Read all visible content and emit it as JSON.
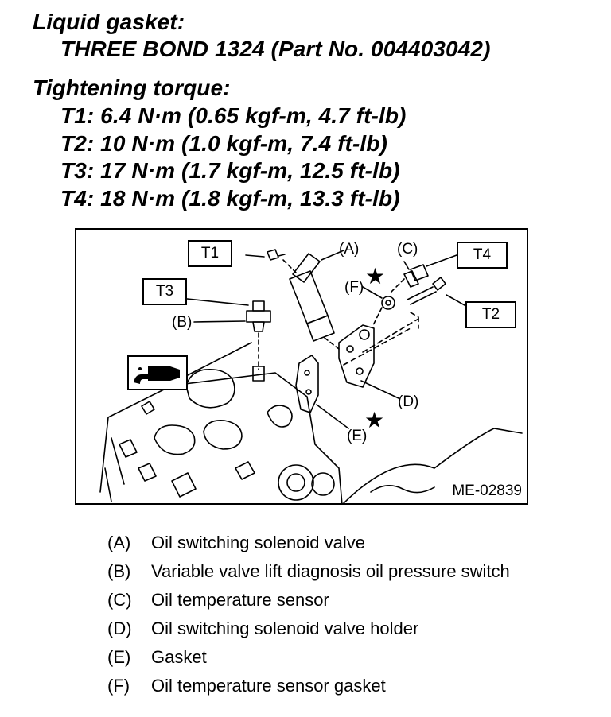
{
  "header": {
    "liquid_gasket_label": "Liquid gasket:",
    "liquid_gasket_value": "THREE BOND 1324 (Part No. 004403042)",
    "torque_label": "Tightening torque:",
    "torques": [
      "T1: 6.4 N·m (0.65 kgf-m, 4.7 ft-lb)",
      "T2: 10 N·m (1.0 kgf-m, 7.4 ft-lb)",
      "T3: 17 N·m (1.7 kgf-m, 12.5 ft-lb)",
      "T4: 18 N·m (1.8 kgf-m, 13.3 ft-lb)"
    ]
  },
  "figure": {
    "id": "ME-02839",
    "torque_boxes": {
      "t1": "T1",
      "t2": "T2",
      "t3": "T3",
      "t4": "T4"
    },
    "callouts": {
      "a": "(A)",
      "b": "(B)",
      "c": "(C)",
      "d": "(D)",
      "e": "(E)",
      "f": "(F)"
    },
    "star": "★",
    "gasket_icon": "liquid-gasket-icon"
  },
  "legend": [
    {
      "key": "(A)",
      "text": "Oil switching solenoid valve"
    },
    {
      "key": "(B)",
      "text": "Variable valve lift diagnosis oil pressure switch"
    },
    {
      "key": "(C)",
      "text": "Oil temperature sensor"
    },
    {
      "key": "(D)",
      "text": "Oil switching solenoid valve holder"
    },
    {
      "key": "(E)",
      "text": "Gasket"
    },
    {
      "key": "(F)",
      "text": "Oil temperature sensor gasket"
    }
  ]
}
